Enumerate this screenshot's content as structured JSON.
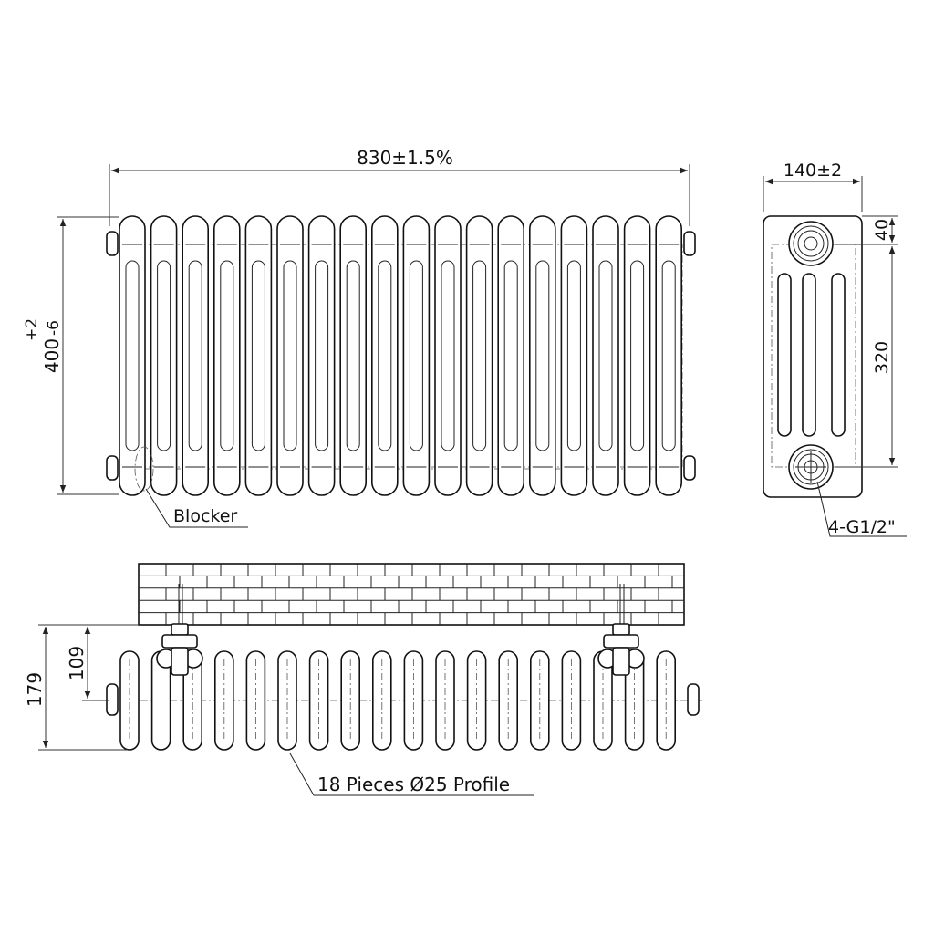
{
  "drawing": {
    "front_view": {
      "column_count": 18,
      "width_label": "830±1.5%",
      "height_main": "400",
      "height_tol_plus": "+2",
      "height_tol_minus": "-6",
      "blocker_label": "Blocker"
    },
    "side_view": {
      "width_label": "140±2",
      "top_offset_label": "40",
      "centers_label": "320",
      "thread_label": "4-G1/2\""
    },
    "top_view": {
      "depth_label": "179",
      "wall_offset_label": "109",
      "profile_label": "18 Pieces Ø25 Profile"
    }
  }
}
